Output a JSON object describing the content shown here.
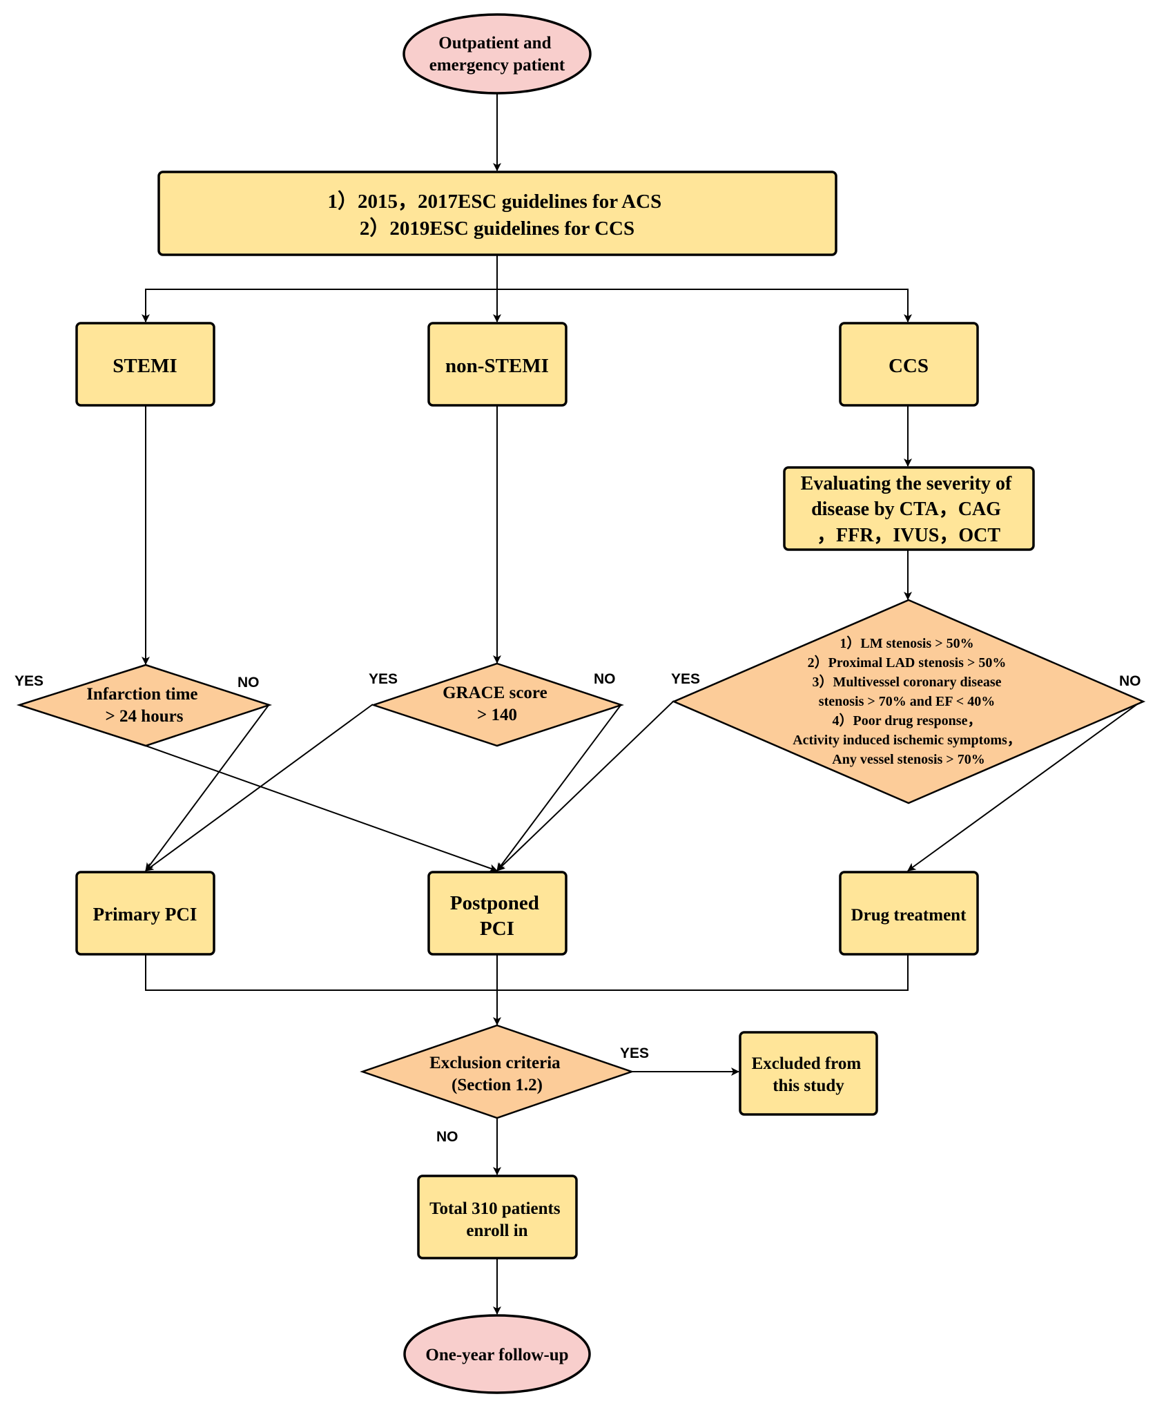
{
  "nodes": {
    "start": [
      "Outpatient and",
      "emergency patient"
    ],
    "guidelines": [
      "1）2015，2017ESC guidelines for ACS",
      "2）2019ESC guidelines for CCS"
    ],
    "stemi": [
      "STEMI"
    ],
    "nonstemi": [
      "non-STEMI"
    ],
    "ccs": [
      "CCS"
    ],
    "evaluate": [
      "Evaluating the severity of",
      "disease by CTA，CAG",
      "，FFR，IVUS，OCT"
    ],
    "infarction": [
      "Infarction time",
      "> 24 hours"
    ],
    "grace": [
      "GRACE score",
      "> 140"
    ],
    "criteria": [
      "1）LM stenosis > 50%",
      "2）Proximal LAD stenosis > 50%",
      "3）Multivessel coronary disease",
      "stenosis > 70% and EF < 40%",
      "4）Poor drug response，",
      "Activity induced ischemic symptoms，",
      "Any vessel stenosis > 70%"
    ],
    "primary_pci": [
      "Primary PCI"
    ],
    "postponed_pci": [
      "Postponed",
      "PCI"
    ],
    "drug": [
      "Drug treatment"
    ],
    "exclusion": [
      "Exclusion criteria",
      "(Section 1.2)"
    ],
    "excluded": [
      "Excluded from",
      "this study"
    ],
    "total": [
      "Total 310 patients",
      "enroll in"
    ],
    "followup": [
      "One-year follow-up"
    ]
  },
  "labels": {
    "stemi_yes": "YES",
    "stemi_no": "NO",
    "grace_yes": "YES",
    "grace_no": "NO",
    "ccs_yes": "YES",
    "ccs_no": "NO",
    "exclusion_yes": "YES",
    "exclusion_no": "NO"
  },
  "colors": {
    "box_fill": "#FFE599",
    "decision_fill": "#FCCC99",
    "terminal_fill": "#F8CECC"
  }
}
